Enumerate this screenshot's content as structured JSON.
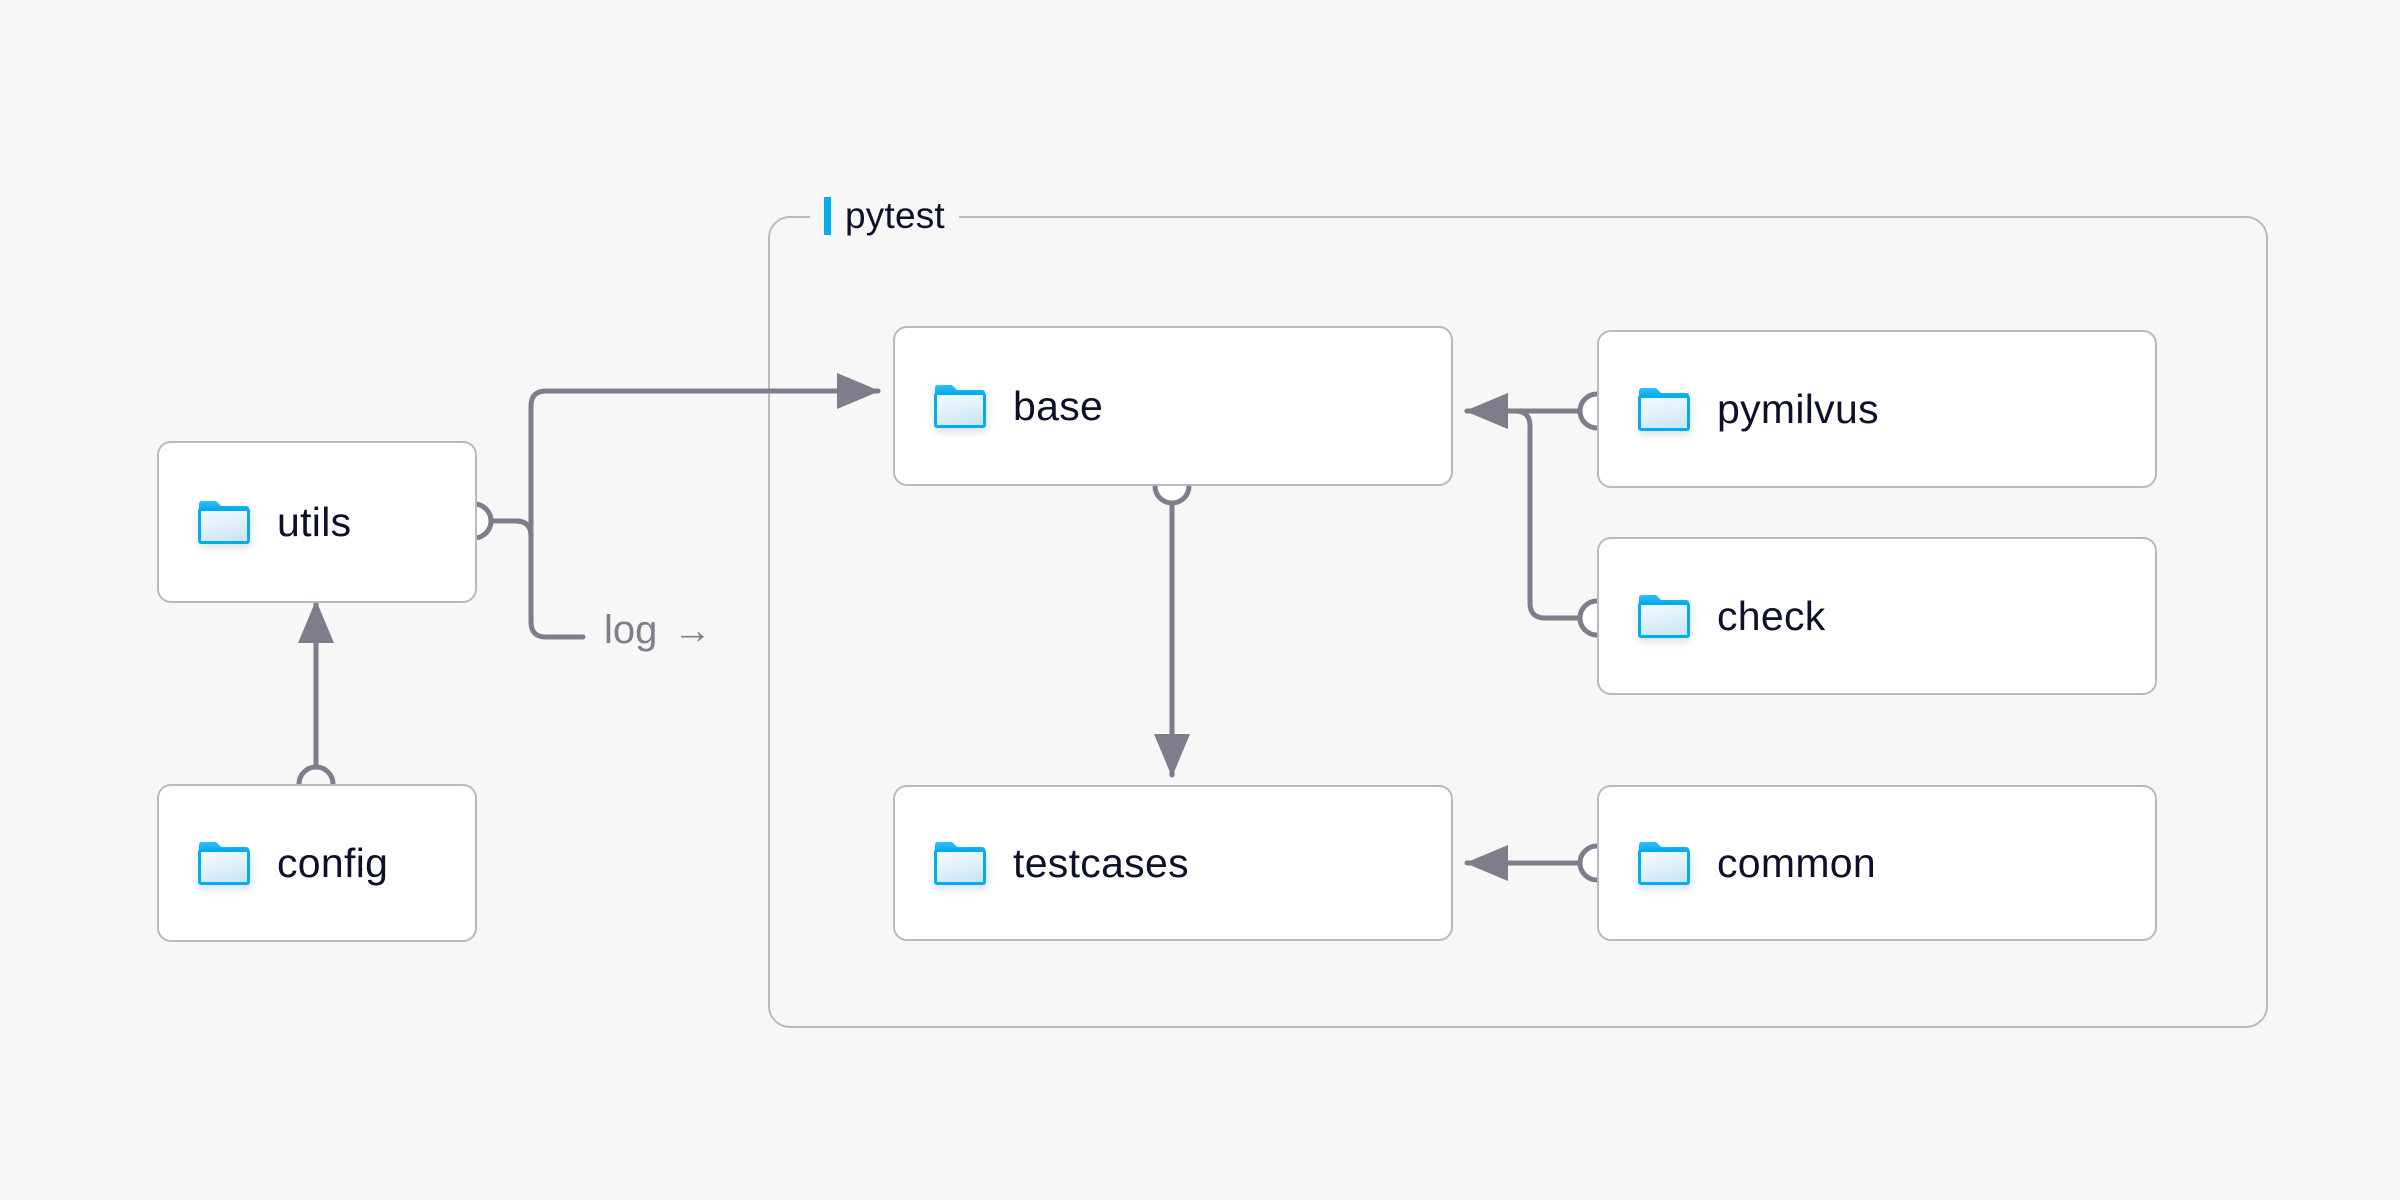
{
  "diagram": {
    "type": "architecture-folder-diagram",
    "background_color": "#f7f7f7",
    "accent_color": "#00AEEF",
    "node_border_color": "#b9b8c4",
    "edge_color": "#7d7d8c",
    "text_color": "#0d1028"
  },
  "group": {
    "label": "pytest",
    "tick_color": "#00AEEF"
  },
  "nodes": [
    {
      "id": "utils",
      "label": "utils",
      "icon": "folder-icon"
    },
    {
      "id": "config",
      "label": "config",
      "icon": "folder-icon"
    },
    {
      "id": "base",
      "label": "base",
      "icon": "folder-icon"
    },
    {
      "id": "testcases",
      "label": "testcases",
      "icon": "folder-icon"
    },
    {
      "id": "pymilvus",
      "label": "pymilvus",
      "icon": "folder-icon"
    },
    {
      "id": "check",
      "label": "check",
      "icon": "folder-icon"
    },
    {
      "id": "common",
      "label": "common",
      "icon": "folder-icon"
    }
  ],
  "edges": [
    {
      "id": "utils-base",
      "from": "utils",
      "to": "base",
      "label": ""
    },
    {
      "id": "utils-log",
      "from": "utils",
      "to": "",
      "label": "log",
      "arrow_glyph": "→"
    },
    {
      "id": "config-utils",
      "from": "config",
      "to": "utils",
      "label": ""
    },
    {
      "id": "base-testcases",
      "from": "base",
      "to": "testcases",
      "label": ""
    },
    {
      "id": "pymilvus-base",
      "from": "pymilvus",
      "to": "base",
      "label": ""
    },
    {
      "id": "check-base",
      "from": "check",
      "to": "base",
      "label": ""
    },
    {
      "id": "common-testcases",
      "from": "common",
      "to": "testcases",
      "label": ""
    }
  ]
}
